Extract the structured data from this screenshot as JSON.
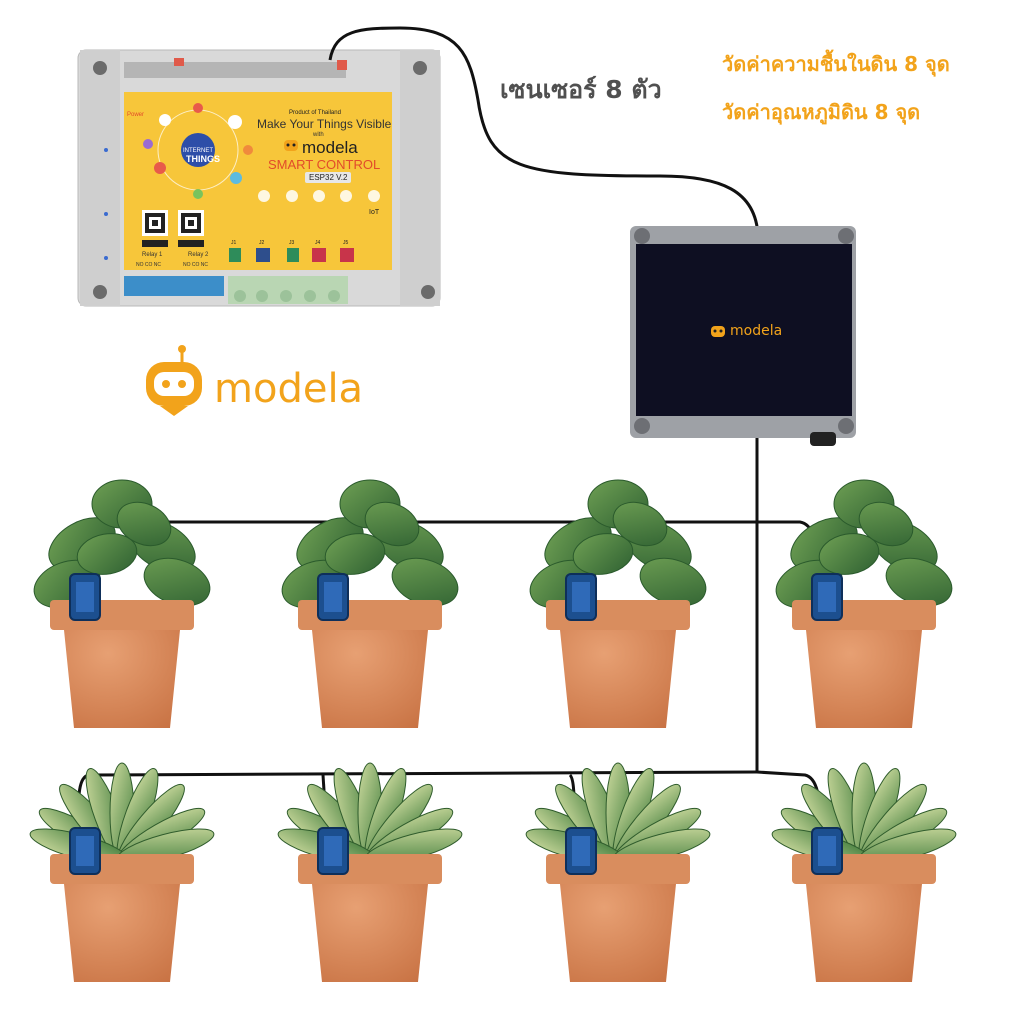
{
  "sensor_label": "เซนเซอร์ 8 ตัว",
  "measurements": [
    "วัดค่าความชื้นในดิน 8 จุด",
    "วัดค่าอุณหภูมิดิน 8 จุด"
  ],
  "brand": "modela",
  "hub_brand": "modela",
  "controller": {
    "product_of": "Product of Thailand",
    "tagline": "Make Your Things Visible",
    "with": "with",
    "brand": "modela",
    "title": "SMART CONTROL",
    "model": "ESP32 V.2",
    "iot": "IoT",
    "power": "Power",
    "internet": "INTERNET",
    "things": "THINGS",
    "relay1": "Relay 1",
    "relay2": "Relay 2",
    "relay1_pins": "NO  CO  NC",
    "relay2_pins": "NO  CO  NC",
    "jacks": [
      "J1",
      "J2",
      "J3",
      "J4",
      "J5"
    ]
  },
  "colors": {
    "accent": "#f2a31b",
    "panel_yellow": "#f7c63a",
    "case_grey": "#d9d9d9",
    "hub_dark": "#0e0f22",
    "cable": "#111111",
    "pot": "#d9885a",
    "sensor_blue": "#1c4f8f"
  },
  "plants": {
    "row1_type": "rounded-leaf",
    "row2_type": "striped-leaf"
  }
}
